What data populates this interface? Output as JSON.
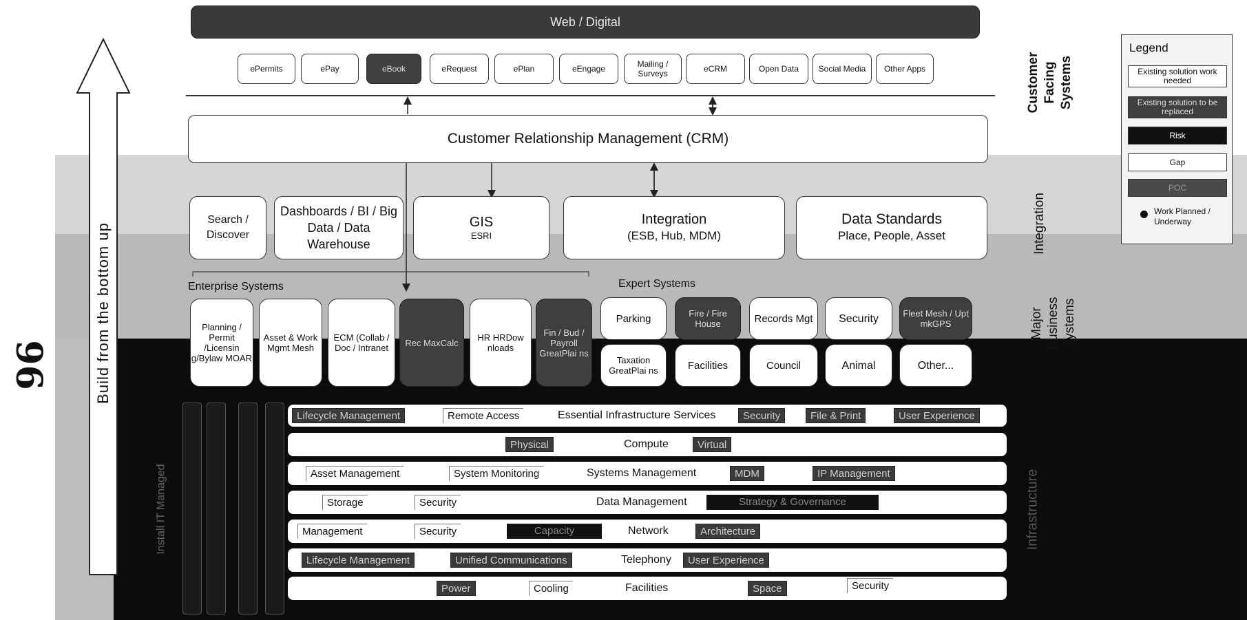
{
  "handwritten": "96",
  "arrow_label": "Build from the bottom up",
  "web_digital": "Web / Digital",
  "apps": [
    "ePermits",
    "ePay",
    "eBook",
    "eRequest",
    "ePlan",
    "eEngage",
    "Mailing / Surveys",
    "eCRM",
    "Open Data",
    "Social Media",
    "Other Apps"
  ],
  "crm": "Customer Relationship Management (CRM)",
  "integration_boxes": {
    "search": "Search / Discover",
    "dashboards": "Dashboards / BI / Big Data / Data Warehouse",
    "gis_title": "GIS",
    "gis_sub": "ESRI",
    "integ_title": "Integration",
    "integ_sub": "(ESB, Hub, MDM)",
    "ds_title": "Data Standards",
    "ds_sub": "Place, People, Asset"
  },
  "enterprise_label": "Enterprise Systems",
  "expert_label": "Expert Systems",
  "enterprise_systems": [
    "Planning / Permit /Licensin g/Bylaw MOAR",
    "Asset & Work Mgmt Mesh",
    "ECM (Collab / Doc / Intranet",
    "Rec MaxCalc",
    "HR HRDow nloads",
    "Fin / Bud / Payroll GreatPlai ns"
  ],
  "expert_top": [
    "Parking",
    "Fire / Fire House",
    "Records Mgt",
    "Security",
    "Fleet Mesh / Upt mkGPS"
  ],
  "expert_bottom": [
    "Taxation GreatPlai ns",
    "Facilities",
    "Council",
    "Animal",
    "Other..."
  ],
  "side_labels": {
    "customer": "Customer Facing Systems",
    "integration": "Integration",
    "major": "Major Business Systems",
    "infrastructure": "Infrastructure",
    "install": "Install IT Managed"
  },
  "legend": {
    "title": "Legend",
    "items": [
      "Existing solution work needed",
      "Existing solution to be replaced",
      "Risk",
      "Gap",
      "POC"
    ],
    "planned": "Work Planned / Underway"
  },
  "infrastructure": {
    "essential": {
      "label": "Essential Infrastructure Services",
      "chips": [
        "Lifecycle Management",
        "Remote Access",
        "Security",
        "File & Print",
        "User Experience"
      ]
    },
    "compute": {
      "label": "Compute",
      "chips": [
        "Physical",
        "Virtual"
      ]
    },
    "systems": {
      "label": "Systems Management",
      "chips": [
        "Asset Management",
        "System Monitoring",
        "MDM",
        "IP Management"
      ]
    },
    "data": {
      "label": "Data Management",
      "chips": [
        "Storage",
        "Security",
        "Strategy & Governance"
      ]
    },
    "network": {
      "label": "Network",
      "chips": [
        "Management",
        "Security",
        "Capacity",
        "Architecture"
      ]
    },
    "telephony": {
      "label": "Telephony",
      "chips": [
        "Lifecycle Management",
        "Unified Communications",
        "User Experience"
      ]
    },
    "facilities": {
      "label": "Facilities",
      "chips": [
        "Power",
        "Cooling",
        "Space",
        "Security"
      ]
    }
  }
}
